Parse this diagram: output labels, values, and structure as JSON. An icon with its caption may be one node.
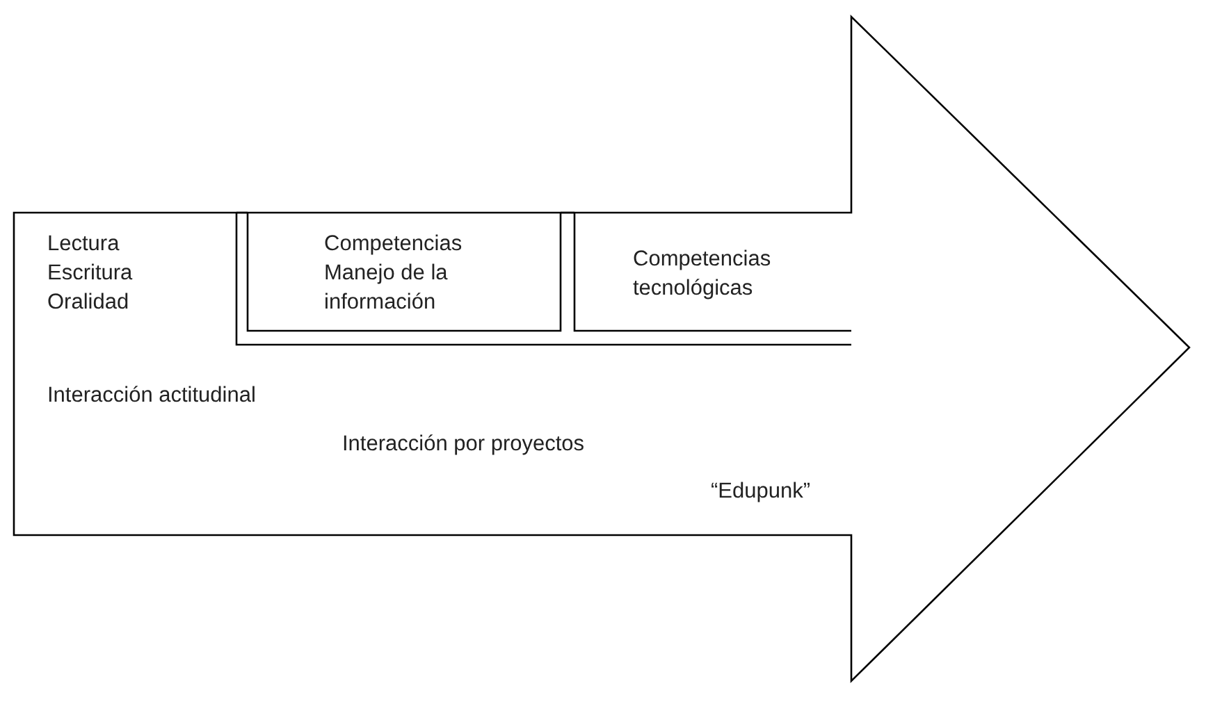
{
  "diagram": {
    "nodes": [
      {
        "text": [
          "Lectura Escritura Oralidad",
          "Competencias Manejo de la información",
          "Competencias tecnológicas",
          "Interacción actitudinal",
          "Interacción por proyectos",
          "“Edupunk”"
        ]
      }
    ]
  }
}
